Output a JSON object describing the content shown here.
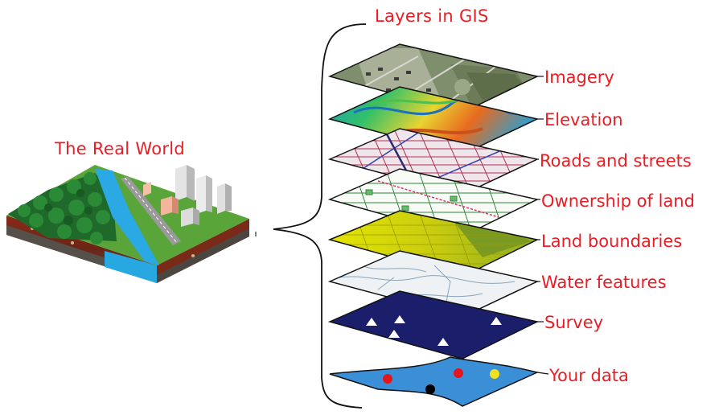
{
  "diagram": {
    "title": "Layers in GIS",
    "real_world_label": "The Real World",
    "layers": [
      {
        "label": "Imagery",
        "icon": "imagery-layer"
      },
      {
        "label": "Elevation",
        "icon": "elevation-layer"
      },
      {
        "label": "Roads and streets",
        "icon": "roads-layer"
      },
      {
        "label": "Ownership of land",
        "icon": "ownership-layer"
      },
      {
        "label": "Land boundaries",
        "icon": "land-boundaries-layer"
      },
      {
        "label": "Water features",
        "icon": "water-layer"
      },
      {
        "label": "Survey",
        "icon": "survey-layer"
      },
      {
        "label": "Your data",
        "icon": "your-data-layer"
      }
    ]
  },
  "colors": {
    "label_red": "#ea1c24",
    "survey_navy": "#1b1f6b",
    "your_data_blue": "#3b8fd6",
    "land_yellow": "#d4d400"
  }
}
